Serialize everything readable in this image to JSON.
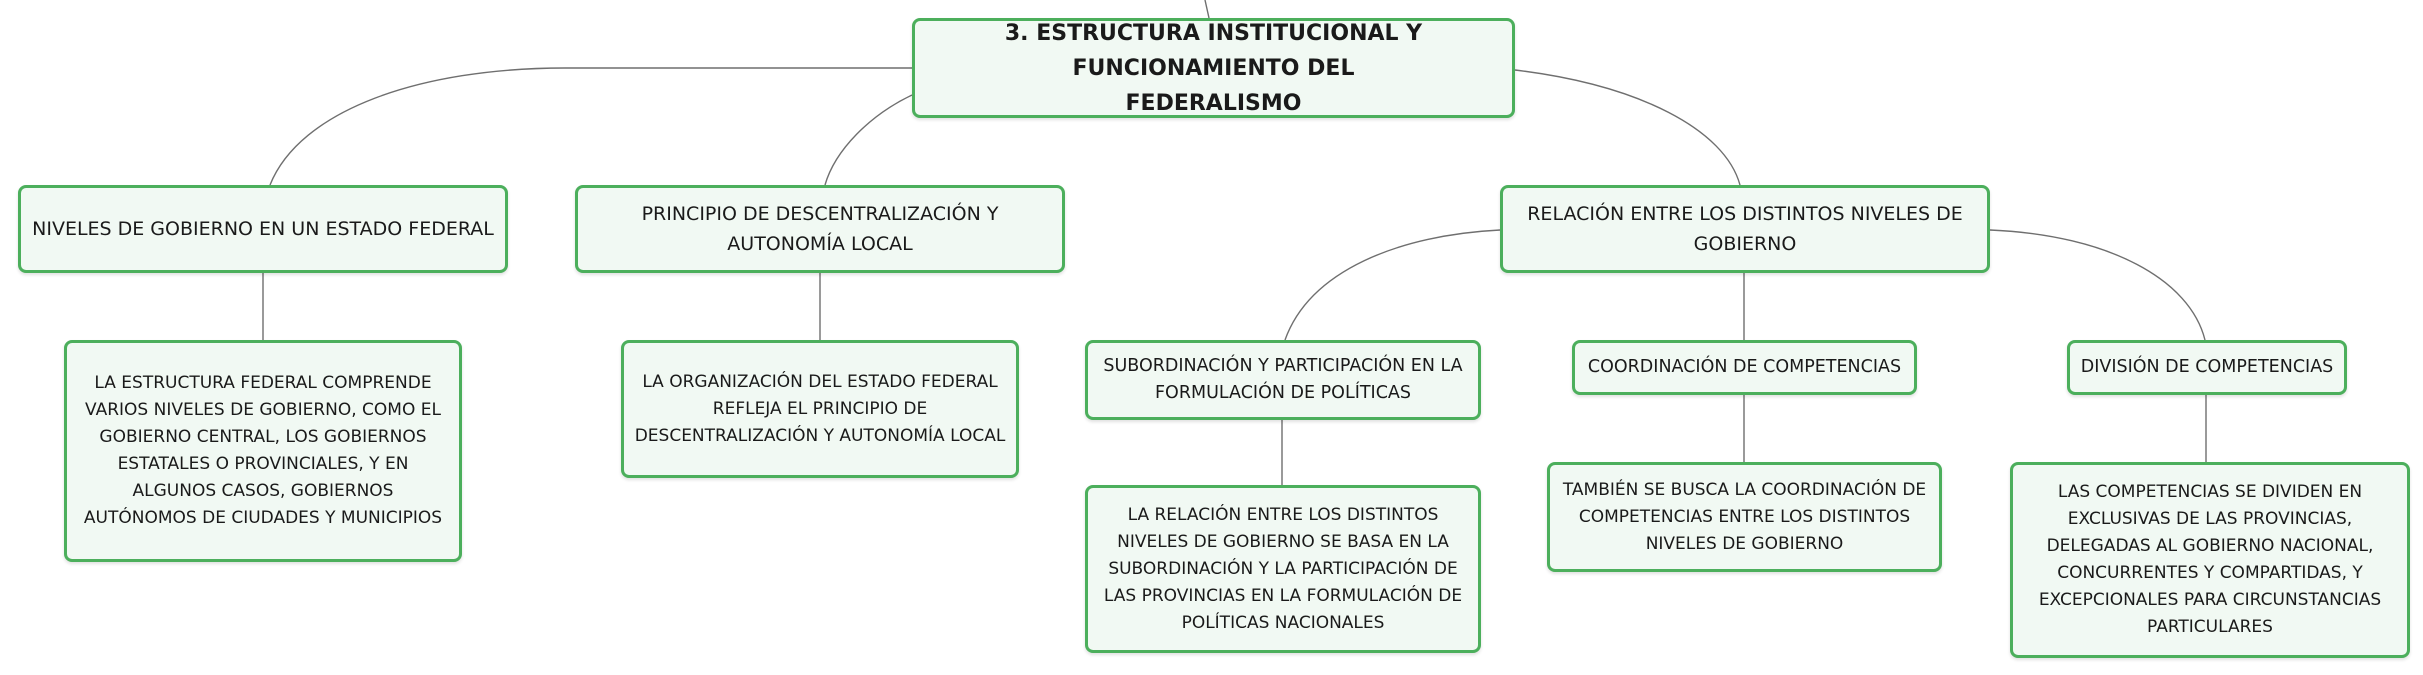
{
  "root": {
    "title": "3. ESTRUCTURA INSTITUCIONAL Y FUNCIONAMIENTO DEL FEDERALISMO"
  },
  "branches": [
    {
      "title": "NIVELES DE GOBIERNO EN UN ESTADO FEDERAL",
      "detail": "LA ESTRUCTURA FEDERAL COMPRENDE VARIOS NIVELES DE GOBIERNO, COMO EL GOBIERNO CENTRAL, LOS GOBIERNOS ESTATALES O PROVINCIALES, Y EN ALGUNOS CASOS, GOBIERNOS AUTÓNOMOS DE CIUDADES Y MUNICIPIOS"
    },
    {
      "title": "PRINCIPIO DE DESCENTRALIZACIÓN Y AUTONOMÍA LOCAL",
      "detail": "LA ORGANIZACIÓN DEL ESTADO FEDERAL REFLEJA EL PRINCIPIO DE DESCENTRALIZACIÓN Y AUTONOMÍA LOCAL"
    },
    {
      "title": "RELACIÓN ENTRE LOS DISTINTOS NIVELES DE GOBIERNO",
      "children": [
        {
          "title": "SUBORDINACIÓN Y PARTICIPACIÓN EN LA FORMULACIÓN DE POLÍTICAS",
          "detail": "LA RELACIÓN ENTRE LOS DISTINTOS NIVELES DE GOBIERNO SE BASA EN LA SUBORDINACIÓN Y LA PARTICIPACIÓN DE LAS PROVINCIAS EN LA FORMULACIÓN DE POLÍTICAS NACIONALES"
        },
        {
          "title": "COORDINACIÓN DE COMPETENCIAS",
          "detail": "TAMBIÉN SE BUSCA LA COORDINACIÓN DE COMPETENCIAS ENTRE LOS DISTINTOS NIVELES DE GOBIERNO"
        },
        {
          "title": "DIVISIÓN DE COMPETENCIAS",
          "detail": "LAS COMPETENCIAS SE DIVIDEN EN EXCLUSIVAS DE LAS PROVINCIAS, DELEGADAS AL GOBIERNO NACIONAL, CONCURRENTES Y COMPARTIDAS, Y EXCEPCIONALES PARA CIRCUNSTANCIAS PARTICULARES"
        }
      ]
    }
  ]
}
